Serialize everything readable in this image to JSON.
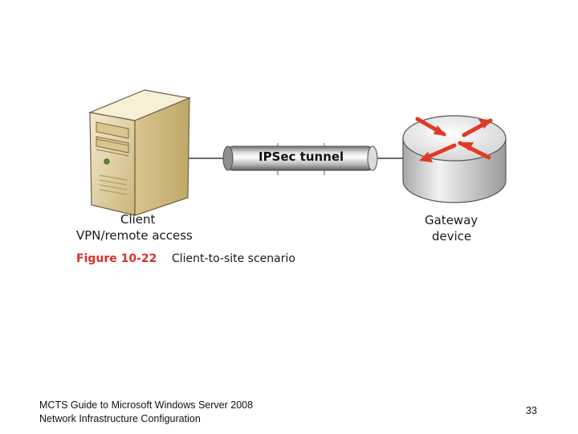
{
  "diagram": {
    "client_label": "Client",
    "client_sublabel": "VPN/remote access",
    "tunnel_label": "IPSec tunnel",
    "gateway_label": "Gateway",
    "gateway_sublabel": "device",
    "figure_number": "Figure 10-22",
    "figure_title": "Client-to-site scenario",
    "colors": {
      "figure_number": "#d9302a",
      "router_arrows": "#e03a25",
      "server_body": "#e8d9a6"
    }
  },
  "footer": {
    "line1": "MCTS Guide to Microsoft Windows Server 2008",
    "line2": "Network Infrastructure Configuration",
    "page_number": "33"
  }
}
